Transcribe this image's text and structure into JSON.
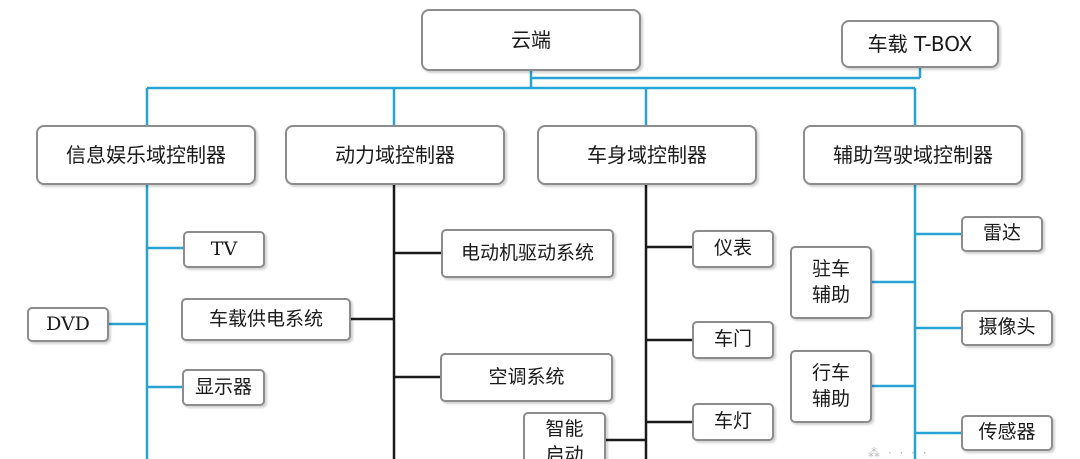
{
  "nodes": {
    "cloud": "云端",
    "tbox": "车载 T-BOX",
    "infotainment_ctrl": "信息娱乐域控制器",
    "power_ctrl": "动力域控制器",
    "body_ctrl": "车身域控制器",
    "adas_ctrl": "辅助驾驶域控制器",
    "tv": "TV",
    "dvd": "DVD",
    "display": "显示器",
    "onboard_power": "车载供电系统",
    "motor_drive": "电动机驱动系统",
    "ac": "空调系统",
    "smart_start": "智能\n启动",
    "instrument": "仪表",
    "door": "车门",
    "light": "车灯",
    "parking_assist": "驻车\n辅助",
    "driving_assist": "行车\n辅助",
    "radar": "雷达",
    "camera": "摄像头",
    "sensor": "传感器"
  },
  "colors": {
    "cloud_link": "#29a3d4",
    "domain_link": "#1a1a1a",
    "border": "#8c8c8c"
  }
}
